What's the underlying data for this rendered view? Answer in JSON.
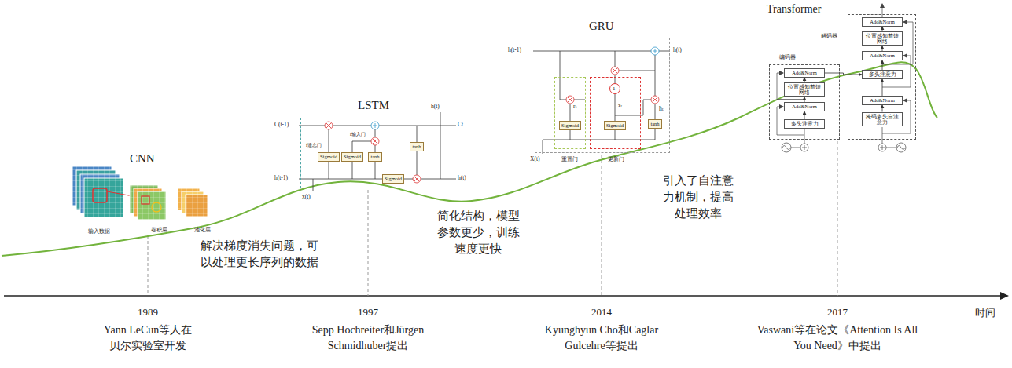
{
  "diagram": {
    "nodes": [
      {
        "text": [
          "LSTM"
        ]
      },
      {
        "text": [
          "Sigmoid"
        ],
        "in": 0
      },
      {
        "text": [
          "Sigmoid"
        ],
        "in": 0
      },
      {
        "text": [
          "tanh"
        ],
        "in": 0
      },
      {
        "text": [
          "tanh"
        ],
        "in": 0
      },
      {
        "text": [
          "Sigmoid"
        ],
        "in": 0
      },
      {
        "text": [
          "GRU"
        ]
      },
      {
        "text": [
          "重置门"
        ],
        "in": 6
      },
      {
        "text": [
          "Sigmoid"
        ],
        "in": 7
      },
      {
        "text": [
          "更新门"
        ],
        "in": 6
      },
      {
        "text": [
          "1-"
        ],
        "in": 9
      },
      {
        "text": [
          "Sigmoid"
        ],
        "in": 9
      },
      {
        "text": [
          "tanh"
        ],
        "in": 6
      },
      {
        "text": [
          "编码器"
        ]
      },
      {
        "text": [
          "Add&Norm"
        ],
        "in": 13
      },
      {
        "text": [
          "位置感知前馈网络"
        ],
        "in": 13
      },
      {
        "text": [
          "Add&Norm"
        ],
        "in": 13
      },
      {
        "text": [
          "多头注意力"
        ],
        "in": 13
      },
      {
        "text": [
          "解码器"
        ]
      },
      {
        "text": [
          "Add&Norm"
        ],
        "in": 18
      },
      {
        "text": [
          "位置感知前馈网络"
        ],
        "in": 18
      },
      {
        "text": [
          "Add&Norm"
        ],
        "in": 18
      },
      {
        "text": [
          "多头注意力"
        ],
        "in": 18
      },
      {
        "text": [
          "Add&Norm"
        ],
        "in": 18
      },
      {
        "text": [
          "掩码多头自注意力"
        ],
        "in": 18
      }
    ],
    "edges": [
      {
        "from": 17,
        "to": 16,
        "arrow": "to"
      },
      {
        "from": 16,
        "to": 15,
        "arrow": "to"
      },
      {
        "from": 15,
        "to": 14,
        "arrow": "to"
      },
      {
        "from": 24,
        "to": 23,
        "arrow": "to"
      },
      {
        "from": 23,
        "to": 22,
        "arrow": "to"
      },
      {
        "from": 22,
        "to": 21,
        "arrow": "to"
      },
      {
        "from": 21,
        "to": 20,
        "arrow": "to"
      },
      {
        "from": 20,
        "to": 19,
        "arrow": "to"
      },
      {
        "from": 14,
        "to": 22,
        "arrow": "to"
      }
    ],
    "labels": [
      "CNN",
      "输入数据",
      "卷积层",
      "池化层",
      "C(t-1)",
      "Ct",
      "h(t-1)",
      "h(t)",
      "h(t)",
      "x(t)",
      "f遗忘门",
      "i输入门",
      "h(t-1)",
      "h(t)",
      "X(t)",
      "rₜ",
      "zₜ",
      "hₜ",
      "Transformer",
      "解决梯度消失问题，可 以处理更长序列的数据",
      "简化结构，模型 参数更少，训练 速度更快",
      "引入了自注意 力机制，提高 处理效率",
      "1989",
      "1997",
      "2014",
      "2017",
      "时间",
      "Yann LeCun等人在 贝尔实验室开发",
      "Sepp Hochreiter和Jürgen Schmidhuber提出",
      "Kyunghyun Cho和Caglar Gulcehre等提出",
      "Vaswani等在论文《Attention Is All You Need》中提出"
    ]
  }
}
